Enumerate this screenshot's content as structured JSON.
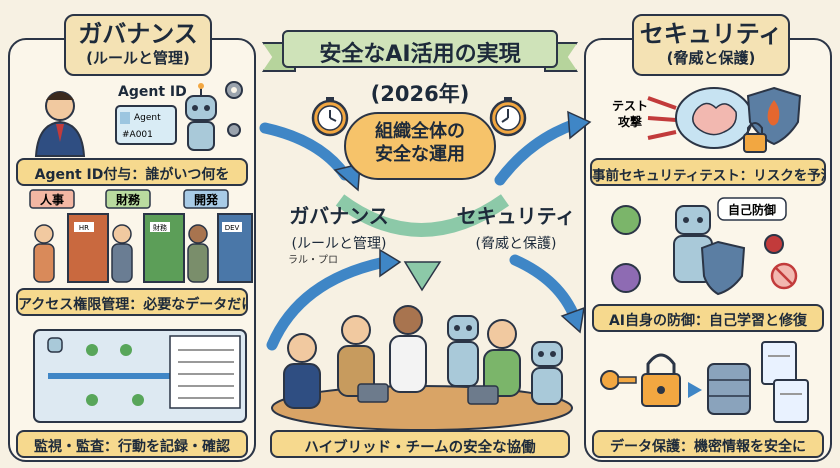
{
  "title": "安全なAI活用の実現",
  "year": "(2026年)",
  "center_goal": {
    "line1": "組織全体の",
    "line2": "安全な運用"
  },
  "governance": {
    "title": "ガバナンス",
    "subtitle": "(ルールと管理)",
    "agent_id": {
      "badge_label": "Agent ID",
      "card_line1": "Agent",
      "card_line2": "#A001",
      "caption": "Agent ID付与：誰がいつ何を"
    },
    "access": {
      "departments": [
        "人事",
        "財務",
        "開発"
      ],
      "door_labels": [
        "HR",
        "財務",
        "DEV"
      ],
      "caption": "アクセス権限管理：必要なデータだけ"
    },
    "monitoring": {
      "caption": "監視・監査：行動を記録・確認"
    }
  },
  "middle": {
    "gov_title": "ガバナンス",
    "gov_subtitle": "(ルールと管理)",
    "gov_scribble": "ラル・プロ",
    "sec_title": "セキュリティ",
    "sec_subtitle": "(脅威と保護)"
  },
  "team": {
    "caption": "ハイブリッド・チームの安全な協働"
  },
  "security": {
    "title": "セキュリティ",
    "subtitle": "(脅威と保護)",
    "pretest": {
      "label_line1": "テスト",
      "label_line2": "攻撃",
      "caption": "事前セキュリティテスト：リスクを予測"
    },
    "selfdef": {
      "bubble": "自己防御",
      "caption": "AI自身の防御：自己学習と修復"
    },
    "dataprot": {
      "caption": "データ保護：機密情報を安全に"
    }
  },
  "colors": {
    "background": "#f7f1e3",
    "caption": "#f6d98e",
    "header": "#f4e2b4",
    "banner": "#cfe3b9",
    "arrow": "#3f86c6",
    "arrow_green": "#8cc9a8",
    "bubble": "#f6c36a"
  }
}
